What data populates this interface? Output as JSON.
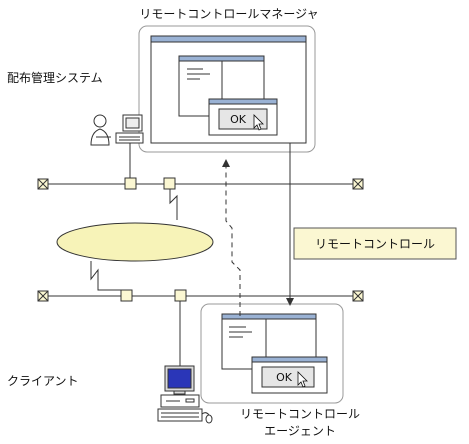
{
  "labels": {
    "manager": "リモートコントロールマネージャ",
    "distribution_system": "配布管理システム",
    "remote_control": "リモートコントロール",
    "client": "クライアント",
    "agent_line1": "リモートコントロール",
    "agent_line2": "エージェント"
  },
  "dialog": {
    "ok_top": "OK",
    "ok_bottom": "OK"
  },
  "colors": {
    "highlight_box": "#fbf7d2",
    "network_ellipse": "#f7f3b8",
    "window_titlebar": "#9ab2d4",
    "monitor_screen": "#2a36b8"
  }
}
